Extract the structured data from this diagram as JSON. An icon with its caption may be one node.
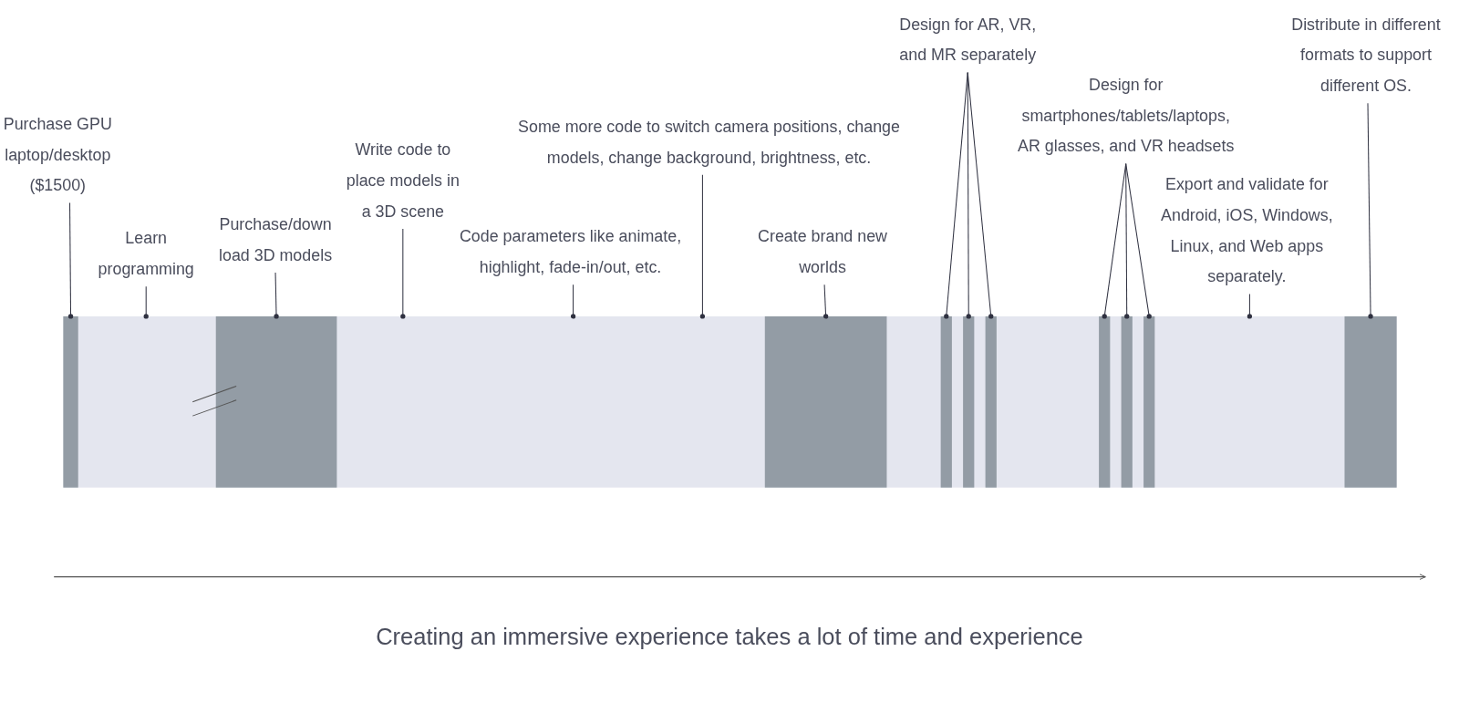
{
  "diagram": {
    "caption": "Creating an immersive experience takes a lot of time and experience",
    "nodes": [
      {
        "text": [],
        "shape": "bar"
      },
      {
        "text": [],
        "shape": "bar",
        "in": 0
      },
      {
        "text": [],
        "shape": "bar",
        "in": 0
      },
      {
        "text": [],
        "shape": "bar",
        "in": 0
      },
      {
        "text": [],
        "shape": "bar",
        "in": 0
      },
      {
        "text": [],
        "shape": "bar",
        "in": 0
      },
      {
        "text": [],
        "shape": "bar",
        "in": 0
      },
      {
        "text": [],
        "shape": "bar",
        "in": 0
      },
      {
        "text": [],
        "shape": "bar",
        "in": 0
      },
      {
        "text": [],
        "shape": "bar",
        "in": 0
      },
      {
        "text": [],
        "shape": "bar",
        "in": 0
      },
      {
        "text": [
          "Purchase GPU laptop/desktop ($1500)"
        ]
      },
      {
        "text": [
          "Learn programming"
        ]
      },
      {
        "text": [
          "Purchase/down load 3D models"
        ]
      },
      {
        "text": [
          "Write code to place models in a 3D scene"
        ]
      },
      {
        "text": [
          "Some more code to switch camera positions, change models, change background, brightness, etc."
        ]
      },
      {
        "text": [
          "Code parameters like animate, highlight, fade-in/out, etc."
        ]
      },
      {
        "text": [
          "Create brand new worlds"
        ]
      },
      {
        "text": [
          "Design for AR, VR, and MR separately"
        ]
      },
      {
        "text": [
          "Design for smartphones/tablets/laptops, AR glasses, and VR headsets"
        ]
      },
      {
        "text": [
          "Export and validate for Android, iOS, Windows, Linux, and Web apps separately."
        ]
      },
      {
        "text": [
          "Distribute in different formats to support different OS."
        ]
      }
    ],
    "edges": [
      {
        "from": 11,
        "to": 1,
        "arrow": "other"
      },
      {
        "from": 12,
        "to": 0,
        "arrow": "other"
      },
      {
        "from": 13,
        "to": 2,
        "arrow": "other"
      },
      {
        "from": 14,
        "to": 0,
        "arrow": "other"
      },
      {
        "from": 15,
        "to": 0,
        "arrow": "other"
      },
      {
        "from": 16,
        "to": 0,
        "arrow": "other"
      },
      {
        "from": 17,
        "to": 3,
        "arrow": "other"
      },
      {
        "from": 18,
        "to": 4,
        "arrow": "other"
      },
      {
        "from": 18,
        "to": 5,
        "arrow": "other"
      },
      {
        "from": 18,
        "to": 6,
        "arrow": "other"
      },
      {
        "from": 19,
        "to": 7,
        "arrow": "other"
      },
      {
        "from": 19,
        "to": 8,
        "arrow": "other"
      },
      {
        "from": 19,
        "to": 9,
        "arrow": "other"
      },
      {
        "from": 20,
        "to": 0,
        "arrow": "other"
      },
      {
        "from": 21,
        "to": 10,
        "arrow": "other"
      }
    ]
  }
}
